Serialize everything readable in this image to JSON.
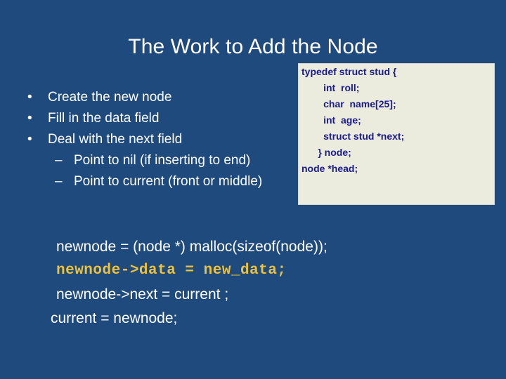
{
  "slide": {
    "title": "The Work to Add the Node",
    "background_color": "#1f4a7d",
    "title_color": "#ffffff"
  },
  "bullets": [
    {
      "level": 1,
      "marker": "•",
      "text": "Create the new node"
    },
    {
      "level": 1,
      "marker": "•",
      "text": "Fill in the data field"
    },
    {
      "level": 1,
      "marker": "•",
      "text": "Deal with the next field"
    },
    {
      "level": 2,
      "marker": "–",
      "text": "Point to nil (if inserting to end)"
    },
    {
      "level": 2,
      "marker": "–",
      "text": "Point to current (front or middle)"
    }
  ],
  "struct_box": {
    "background_color": "#ebecdd",
    "text_color": "#1a1a8c",
    "lines": [
      "typedef struct stud {",
      "        int  roll;",
      "        char  name[25];",
      "        int  age;",
      "        struct stud *next;",
      "      } node;",
      "node *head;"
    ]
  },
  "code_block": {
    "default_color": "#ffffff",
    "highlight_color": "#edc23c",
    "lines": [
      {
        "text": "newnode = (node *) malloc(sizeof(node));",
        "highlighted": false
      },
      {
        "text": "newnode->data = new_data;",
        "highlighted": true
      },
      {
        "text": "newnode->next = current ;",
        "highlighted": false
      },
      {
        "text": "current = newnode;",
        "highlighted": false
      }
    ]
  }
}
